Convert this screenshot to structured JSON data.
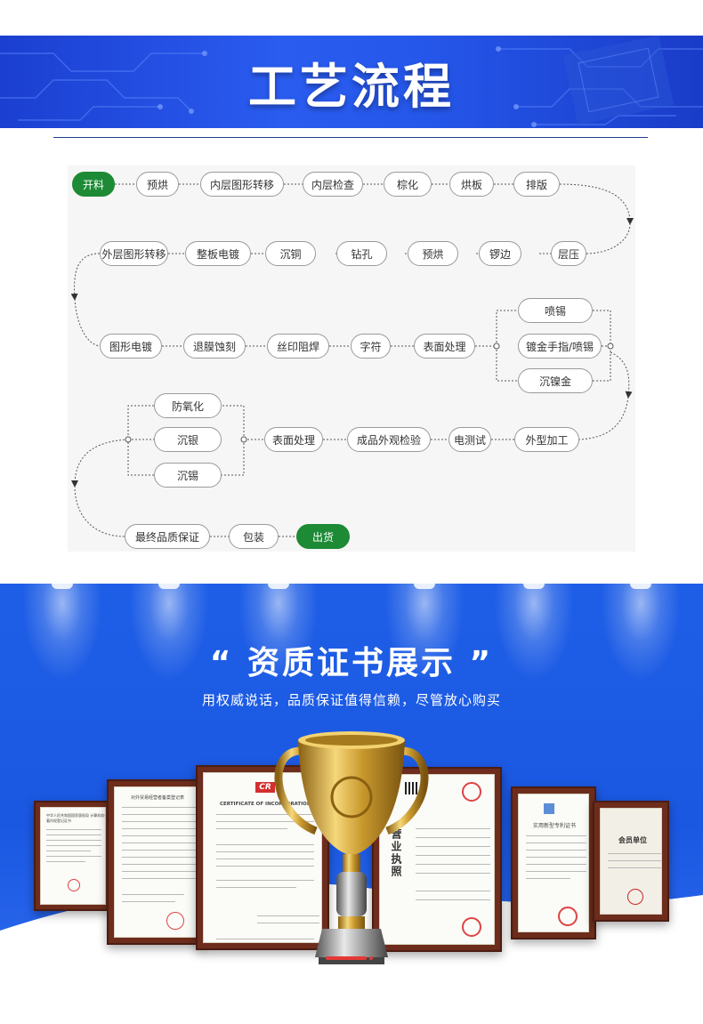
{
  "banner": {
    "title": "工艺流程"
  },
  "flow": {
    "nodes": [
      {
        "id": "n1",
        "label": "开料",
        "green": true
      },
      {
        "id": "n2",
        "label": "预烘"
      },
      {
        "id": "n3",
        "label": "内层图形转移"
      },
      {
        "id": "n4",
        "label": "内层检查"
      },
      {
        "id": "n5",
        "label": "棕化"
      },
      {
        "id": "n6",
        "label": "烘板"
      },
      {
        "id": "n7",
        "label": "排版"
      },
      {
        "id": "n8",
        "label": "外层图形转移"
      },
      {
        "id": "n9",
        "label": "整板电镀"
      },
      {
        "id": "n10",
        "label": "沉铜"
      },
      {
        "id": "n11",
        "label": "钻孔"
      },
      {
        "id": "n12",
        "label": "预烘"
      },
      {
        "id": "n13",
        "label": "锣边"
      },
      {
        "id": "n14",
        "label": "层压"
      },
      {
        "id": "n15",
        "label": "图形电镀"
      },
      {
        "id": "n16",
        "label": "退膜蚀刻"
      },
      {
        "id": "n17",
        "label": "丝印阻焊"
      },
      {
        "id": "n18",
        "label": "字符"
      },
      {
        "id": "n19",
        "label": "表面处理"
      },
      {
        "id": "n20",
        "label": "喷锡"
      },
      {
        "id": "n21",
        "label": "镀金手指/喷锡"
      },
      {
        "id": "n22",
        "label": "沉镍金"
      },
      {
        "id": "n23",
        "label": "防氧化"
      },
      {
        "id": "n24",
        "label": "沉银"
      },
      {
        "id": "n25",
        "label": "沉锡"
      },
      {
        "id": "n26",
        "label": "表面处理"
      },
      {
        "id": "n27",
        "label": "成品外观检验"
      },
      {
        "id": "n28",
        "label": "电测试"
      },
      {
        "id": "n29",
        "label": "外型加工"
      },
      {
        "id": "n30",
        "label": "最终品质保证"
      },
      {
        "id": "n31",
        "label": "包装"
      },
      {
        "id": "n32",
        "label": "出货",
        "green": true
      }
    ]
  },
  "certificates": {
    "title": "“ 资质证书展示 ”",
    "subtitle": "用权威说话，品质保证值得信赖，尽管放心购买",
    "docs": [
      {
        "name": "software-copyright-certificate",
        "heading": "中华人民共和国国家版权局 计算机软件著作权登记证书"
      },
      {
        "name": "foreign-trade-registration",
        "heading": "对外贸易经营者备案登记表"
      },
      {
        "name": "certificate-of-incorporation",
        "heading": "CERTIFICATE OF INCORPORATION",
        "logo": "CR"
      },
      {
        "name": "business-license",
        "heading": "营业执照"
      },
      {
        "name": "utility-patent-certificate",
        "heading": "实用新型专利证书"
      },
      {
        "name": "member-unit-certificate",
        "heading": "会员单位"
      }
    ]
  },
  "colors": {
    "accent_blue": "#1e5ee6",
    "green": "#1d8a35",
    "frame": "#6d2c1c",
    "indicator": "#e53935"
  }
}
